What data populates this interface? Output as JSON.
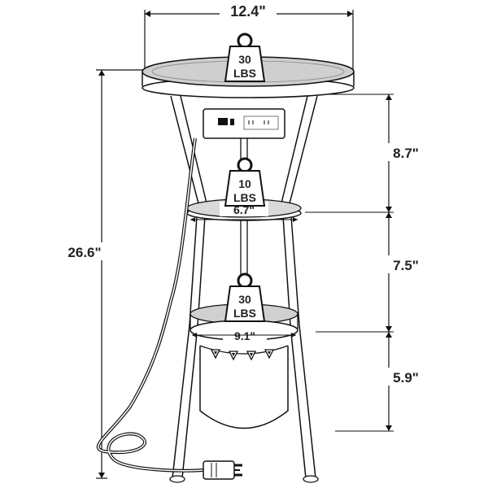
{
  "dimensions": {
    "top_diameter": "12.4\"",
    "total_height": "26.6\"",
    "upper_section_height": "8.7\"",
    "middle_section_height": "7.5\"",
    "lower_section_height": "5.9\"",
    "middle_shelf_diameter": "6.7\"",
    "bottom_shelf_diameter": "9.1\""
  },
  "weights": {
    "top": {
      "value": "30",
      "unit": "LBS"
    },
    "middle": {
      "value": "10",
      "unit": "LBS"
    },
    "bottom": {
      "value": "30",
      "unit": "LBS"
    }
  },
  "colors": {
    "line": "#111111",
    "tabletop": "#c9c9c9",
    "shelf": "#d4d4d4"
  }
}
